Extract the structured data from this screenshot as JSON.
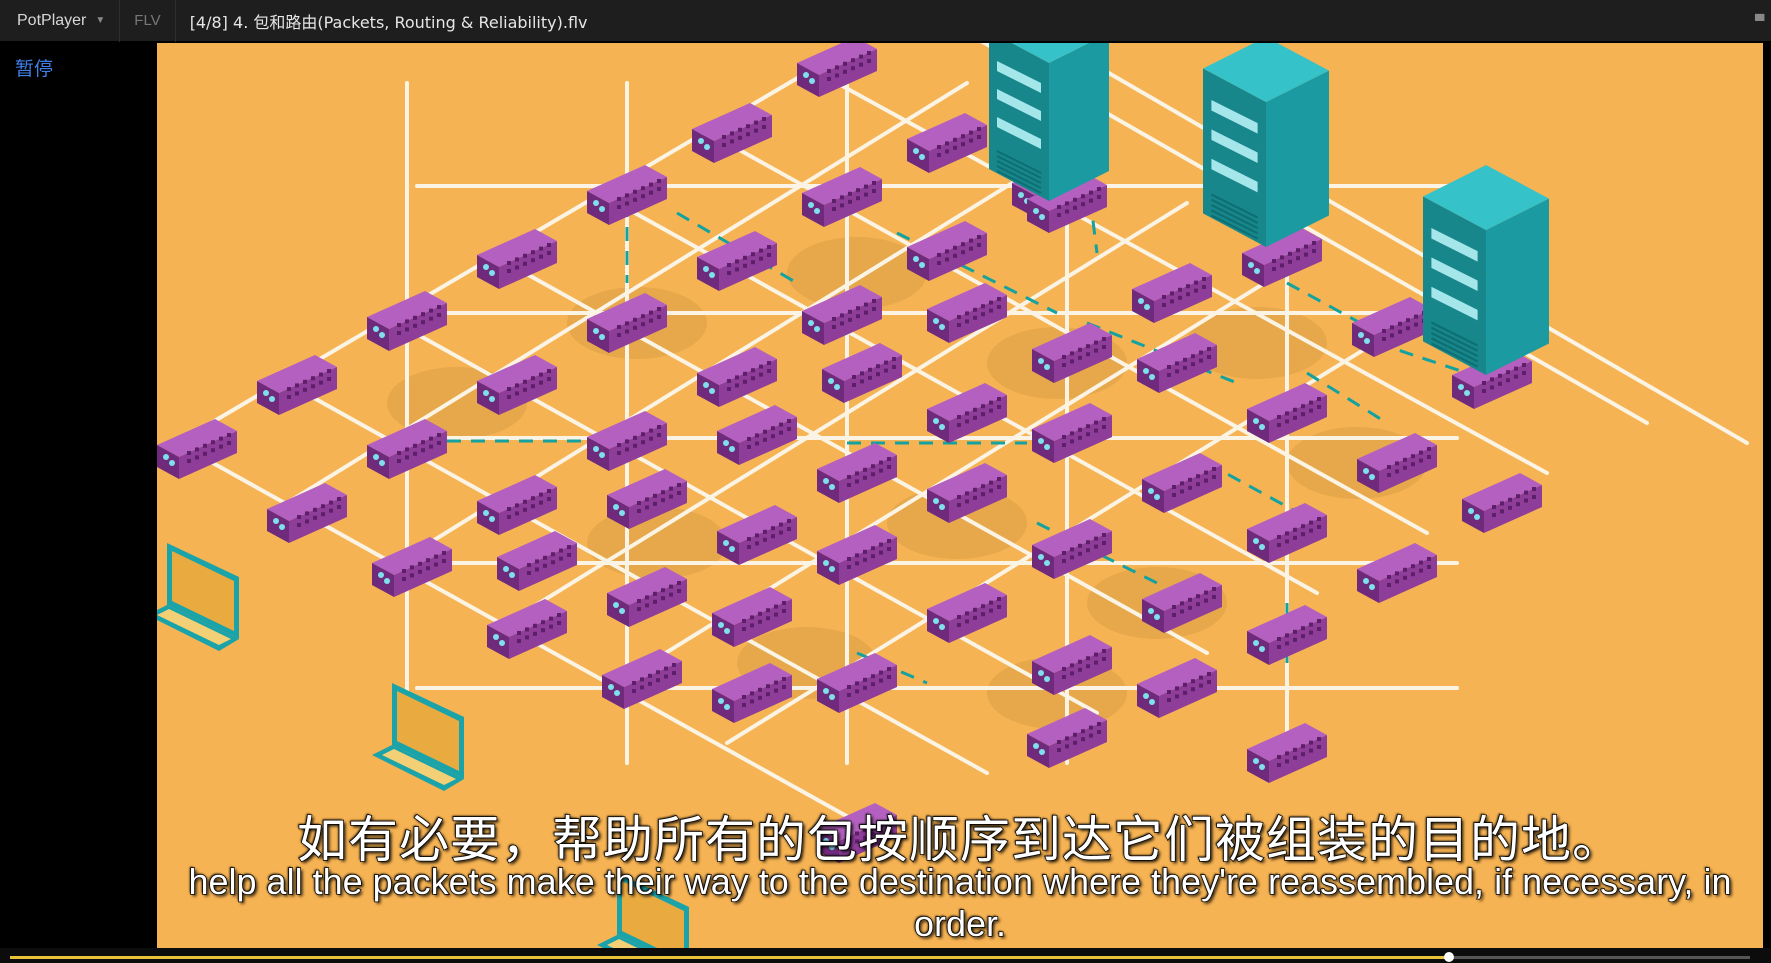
{
  "titlebar": {
    "app_name": "PotPlayer",
    "format": "FLV",
    "title": "[4/8] 4. 包和路由(Packets, Routing & Reliability).flv"
  },
  "status": {
    "label": "暂停"
  },
  "subtitles": {
    "chinese": "如有必要，帮助所有的包按顺序到达它们被组装的目的地。",
    "english": "help all the packets make their way to the destination where they're reassembled, if necessary, in order."
  },
  "seekbar": {
    "progress": 0.827
  },
  "colors": {
    "background": "#f6b353",
    "router": "#8e3d99",
    "server": "#1b9ba1",
    "laptop": "#e9aa3f",
    "link_dash": "#13a2a0"
  }
}
